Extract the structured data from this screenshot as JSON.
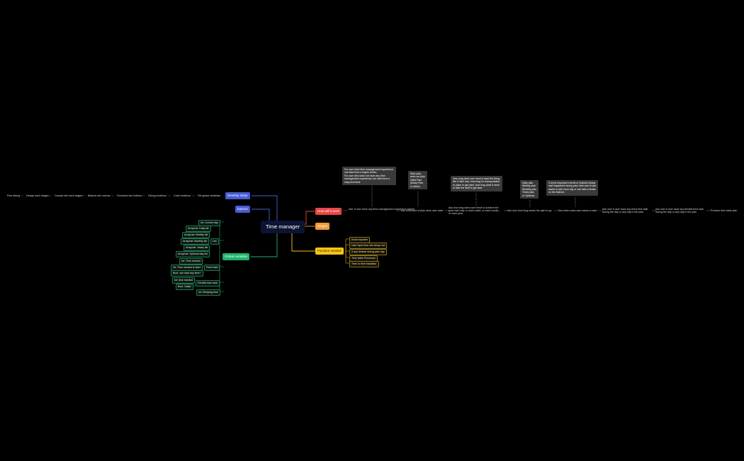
{
  "root": "Time manager",
  "colors": {
    "background": "#000000",
    "root": "#0d1333",
    "red": "#e84646",
    "orange": "#f39a3b",
    "yellow": "#f5c518",
    "blue": "#4a5bd4",
    "green": "#1fb36b",
    "note": "#3a3a3a"
  },
  "branches": {
    "how_it_works": "How will it work",
    "stages": "Stages",
    "functions_needed": "Function needed",
    "develop_steps": "Develop steps",
    "buttons": "buttons",
    "global_variables": "Global variables"
  },
  "flow": [
    "Ask: If user have any time management experience before",
    "Ask what kind of plan does user want",
    "Ask how long does user need to achieve the goal each day, or each week, or each month, or each year.",
    "Ask user how long wants the plan to go",
    "Ask when does user wants to start",
    "Ask user if user have any fixed time task during the day or any day in the plan",
    "Ask user if user have any flexible time task during the day or any day in the plan",
    "Process time table plan"
  ],
  "notes": [
    "For user have time management experience,\ncan start from a higher levels;\nFor user who does not have any time\nmanagement experience can start from a\neasy level first.",
    "Start plan,\nwork out plan\nHabit Plan\n(Study Plan\nor others",
    "How long does user need to start the thing,\nlike if start now, how long for transportation\nto place to get start, how long does it need\nto take the stuff to get start.",
    "Daily plan\nWeekly plan\nMonthly plan\nYearly plan\nor Optional",
    "If some important events or festival holiday\nstart happened during plan, then ask if user\nwants to add more day or can take a break\non the festival."
  ],
  "functions": [
    "Excel exporter",
    "User input time into Array List",
    "If any festival during plan day",
    "Time table Processor",
    "Time to time translator"
  ],
  "develop_steps": [
    "Post debug",
    "Design each stages",
    "Canvas into each stages",
    "Buttons into canvas",
    "Functions into buttons",
    "Debug functions",
    "Code functions",
    "Set global variables"
  ],
  "variables": {
    "current_day": "Int: Current day",
    "list_label": "List",
    "list_items": [
      "ArrayList: Daily list",
      "ArrayList: Weekly list",
      "ArrayList: Monthly list",
      "ArrayList: Yearly list",
      "ArrayList: Optional day list"
    ],
    "fixed_label": "Fixed task",
    "fixed_items": [
      "Int: Time needed",
      "Int: Time needed to start",
      "Bool: can start any time?"
    ],
    "flex_label": "Flexible time task",
    "flex_items": [
      "Int: time needed",
      "Bool: Daily?"
    ],
    "sleeping": "Int: Sleeping time"
  }
}
